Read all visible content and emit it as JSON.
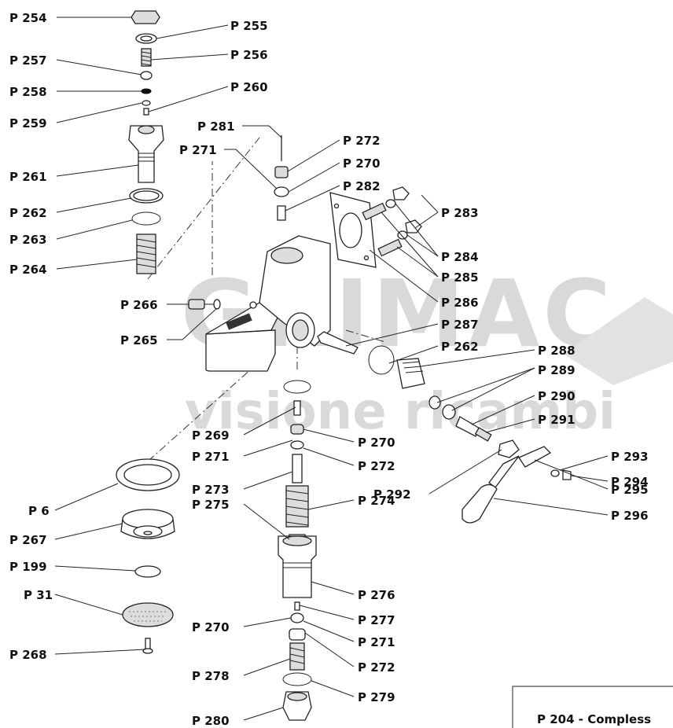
{
  "watermark": {
    "brand": "GRIMAC",
    "subtitle": "visione ricambi"
  },
  "labels": {
    "p254": "P 254",
    "p255": "P 255",
    "p256": "P 256",
    "p257": "P 257",
    "p258": "P 258",
    "p259": "P 259",
    "p260": "P 260",
    "p261": "P 261",
    "p262a": "P 262",
    "p263": "P 263",
    "p264": "P 264",
    "p281": "P 281",
    "p272a": "P 272",
    "p271a": "P 271",
    "p270a": "P 270",
    "p282": "P 282",
    "p283": "P 283",
    "p284": "P 284",
    "p285": "P 285",
    "p286": "P 286",
    "p266": "P 266",
    "p265": "P 265",
    "p287": "P 287",
    "p262b": "P 262",
    "p288": "P 288",
    "p289": "P 289",
    "p290": "P 290",
    "p291": "P 291",
    "p269": "P 269",
    "p270b": "P 270",
    "p271b": "P 271",
    "p272b": "P 272",
    "p273": "P 273",
    "p274": "P 274",
    "p275": "P 275",
    "p292": "P 292",
    "p293": "P 293",
    "p294": "P 294",
    "p295": "P 295",
    "p296": "P 296",
    "p6": "P 6",
    "p267": "P 267",
    "p199": "P 199",
    "p31": "P 31",
    "p268": "P 268",
    "p276": "P 276",
    "p277": "P 277",
    "p270c": "P 270",
    "p271c": "P 271",
    "p272c": "P 272",
    "p278": "P 278",
    "p279": "P 279",
    "p280": "P 280"
  },
  "footer_box": {
    "text": "P 204 - Compless"
  }
}
